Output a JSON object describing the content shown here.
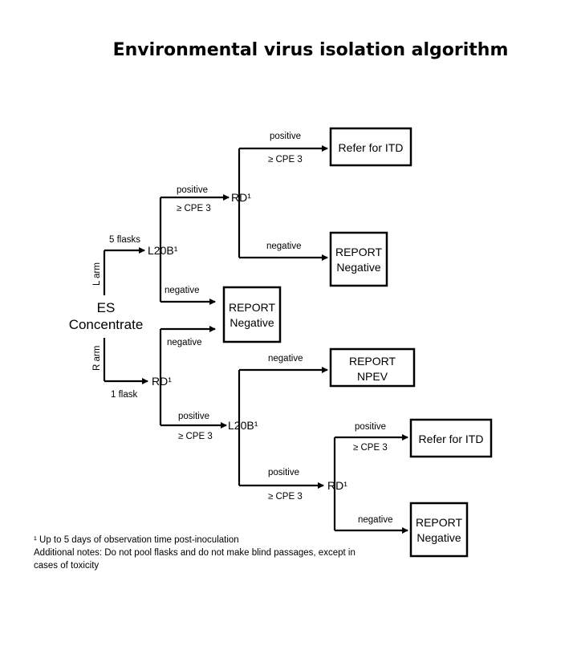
{
  "title": "Environmental virus isolation algorithm",
  "nodes": {
    "es_line1": "ES",
    "es_line2": "Concentrate",
    "l20b_top": "L20B¹",
    "rd_top": "RD¹",
    "rd_left": "RD¹",
    "l20b_bottom": "L20B¹",
    "rd_bottom": "RD¹"
  },
  "boxes": {
    "refer_itd_top": "Refer for ITD",
    "report_neg_top_1": "REPORT",
    "report_neg_top_2": "Negative",
    "report_neg_mid_1": "REPORT",
    "report_neg_mid_2": "Negative",
    "report_npev_1": "REPORT",
    "report_npev_2": "NPEV",
    "refer_itd_bottom": "Refer for ITD",
    "report_neg_bottom_1": "REPORT",
    "report_neg_bottom_2": "Negative"
  },
  "labels": {
    "l_arm": "L arm",
    "r_arm": "R arm",
    "five_flasks": "5 flasks",
    "one_flask": "1 flask",
    "positive": "positive",
    "negative": "negative",
    "cpe3": "≥ CPE 3"
  },
  "footnotes": {
    "line1": "¹ Up to 5 days of observation time post-inoculation",
    "line2": "Additional notes: Do not pool flasks and do not make blind passages, except in",
    "line3": "cases of toxicity"
  }
}
